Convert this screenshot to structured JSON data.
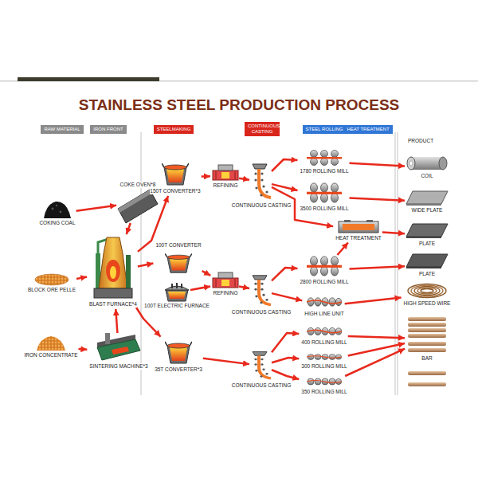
{
  "diagram": {
    "title": "STAINLESS STEEL PRODUCTION PROCESS",
    "nodes": [
      {
        "text": [
          "RAW MATERIAL"
        ]
      },
      {
        "text": [
          "IRON FRONT"
        ]
      },
      {
        "text": [
          "STEELMAKING"
        ]
      },
      {
        "text": [
          "CONTINUOUS CASTING"
        ]
      },
      {
        "text": [
          "STEEL ROLLING"
        ]
      },
      {
        "text": [
          "HEAT TREATMENT"
        ]
      },
      {
        "text": [
          "COKE OVEN*8"
        ]
      },
      {
        "text": [
          "COKING COAL"
        ]
      },
      {
        "text": [
          "150T CONVERTER*3"
        ]
      },
      {
        "text": [
          "REFINING"
        ]
      },
      {
        "text": [
          "CONTINUOUS CASTING"
        ]
      },
      {
        "text": [
          "1780 ROLLING MILL"
        ]
      },
      {
        "text": [
          "COIL"
        ]
      },
      {
        "text": [
          "3500 ROLLING MILL"
        ]
      },
      {
        "text": [
          "WIDE PLATE"
        ]
      },
      {
        "text": [
          "100T CONVERTER"
        ]
      },
      {
        "text": [
          "HEAT TREATMENT"
        ]
      },
      {
        "text": [
          "PLATE"
        ]
      },
      {
        "text": [
          "BLAST FURNACE*4"
        ]
      },
      {
        "text": [
          "BLOCK ORE PELLE"
        ]
      },
      {
        "text": [
          "100T ELECTRIC FURNACE"
        ]
      },
      {
        "text": [
          "REFINING"
        ]
      },
      {
        "text": [
          "CONTINUOUS CASTING"
        ]
      },
      {
        "text": [
          "2800 ROLLING MILL"
        ]
      },
      {
        "text": [
          "PLATE"
        ]
      },
      {
        "text": [
          "HIGH LINE UNIT"
        ]
      },
      {
        "text": [
          "HIGH SPEED WIRE"
        ]
      },
      {
        "text": [
          "IRON CONCENTRATE"
        ]
      },
      {
        "text": [
          "SINTERING MACHINE*3"
        ]
      },
      {
        "text": [
          "35T CONVERTER*3"
        ]
      },
      {
        "text": [
          "CONTINUOUS CASTING"
        ]
      },
      {
        "text": [
          "400 ROLLING MILL"
        ]
      },
      {
        "text": [
          "300 ROLLING MILL"
        ]
      },
      {
        "text": [
          "350 ROLLING MILL"
        ]
      },
      {
        "text": [
          "BAR"
        ]
      }
    ],
    "edges": [
      {
        "from": 7,
        "to": 6,
        "arrow": "to"
      },
      {
        "from": 6,
        "to": 18,
        "arrow": "to"
      },
      {
        "from": 19,
        "to": 18,
        "arrow": "to"
      },
      {
        "from": 27,
        "to": 28,
        "arrow": "to"
      },
      {
        "from": 28,
        "to": 18,
        "arrow": "to"
      },
      {
        "from": 18,
        "to": 8,
        "arrow": "to"
      },
      {
        "from": 18,
        "to": 15,
        "arrow": "to"
      },
      {
        "from": 18,
        "to": 29,
        "arrow": "to"
      },
      {
        "from": 8,
        "to": 9,
        "arrow": "to"
      },
      {
        "from": 9,
        "to": 10,
        "arrow": "to"
      },
      {
        "from": 10,
        "to": 11,
        "arrow": "to"
      },
      {
        "from": 10,
        "to": 13,
        "arrow": "to"
      },
      {
        "from": 10,
        "to": 16,
        "arrow": "to"
      },
      {
        "from": 11,
        "to": 12,
        "arrow": "to"
      },
      {
        "from": 13,
        "to": 14,
        "arrow": "to"
      },
      {
        "from": 16,
        "to": 17,
        "arrow": "to"
      },
      {
        "from": 15,
        "to": 21,
        "arrow": "to"
      },
      {
        "from": 20,
        "to": 21,
        "arrow": "to"
      },
      {
        "from": 21,
        "to": 22,
        "arrow": "to"
      },
      {
        "from": 22,
        "to": 23,
        "arrow": "to"
      },
      {
        "from": 22,
        "to": 25,
        "arrow": "to"
      },
      {
        "from": 23,
        "to": 24,
        "arrow": "to"
      },
      {
        "from": 23,
        "to": 16,
        "arrow": "to"
      },
      {
        "from": 25,
        "to": 26,
        "arrow": "to"
      },
      {
        "from": 29,
        "to": 30,
        "arrow": "to"
      },
      {
        "from": 30,
        "to": 31,
        "arrow": "to"
      },
      {
        "from": 30,
        "to": 32,
        "arrow": "to"
      },
      {
        "from": 30,
        "to": 33,
        "arrow": "to"
      },
      {
        "from": 31,
        "to": 34,
        "arrow": "to"
      },
      {
        "from": 32,
        "to": 34,
        "arrow": "to"
      },
      {
        "from": 33,
        "to": 34,
        "arrow": "to"
      }
    ],
    "labels": [
      "PRODUCT"
    ]
  }
}
